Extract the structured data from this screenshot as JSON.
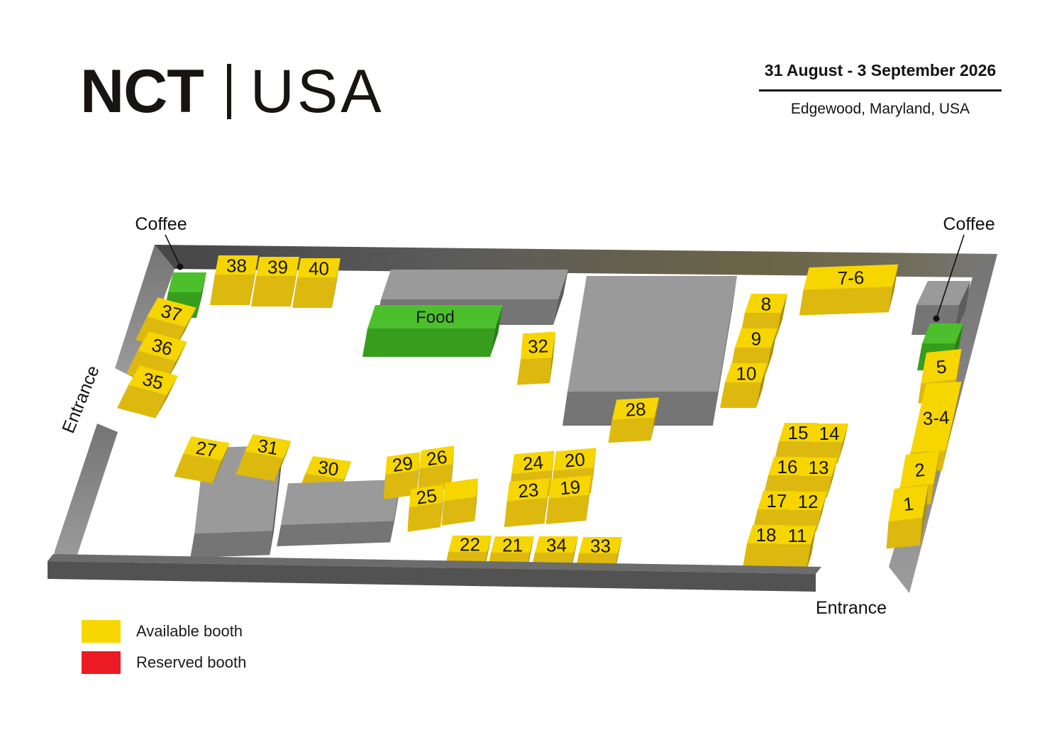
{
  "header": {
    "logo_primary": "NCT",
    "logo_secondary": "USA",
    "date_range": "31 August - 3 September 2026",
    "location": "Edgewood, Maryland, USA"
  },
  "plan": {
    "labels": {
      "coffee": "Coffee",
      "food": "Food",
      "entrance": "Entrance"
    },
    "booths": {
      "b1": "1",
      "b2": "2",
      "b3_4": "3-4",
      "b5": "5",
      "b7_6": "7-6",
      "b8": "8",
      "b9": "9",
      "b10": "10",
      "b11": "11",
      "b12": "12",
      "b13": "13",
      "b14": "14",
      "b15": "15",
      "b16": "16",
      "b17": "17",
      "b18": "18",
      "b19": "19",
      "b20": "20",
      "b21": "21",
      "b22": "22",
      "b23": "23",
      "b24": "24",
      "b25": "25",
      "b26": "26",
      "b27": "27",
      "b28": "28",
      "b29": "29",
      "b30": "30",
      "b31": "31",
      "b32": "32",
      "b33": "33",
      "b34": "34",
      "b35": "35",
      "b36": "36",
      "b37": "37",
      "b38": "38",
      "b39": "39",
      "b40": "40"
    }
  },
  "legend": {
    "items": [
      {
        "label": "Available booth",
        "color": "#F7D600"
      },
      {
        "label": "Reserved booth",
        "color": "#EC1B23"
      }
    ]
  },
  "colors": {
    "available": "#F7D600",
    "reserved": "#EC1B23",
    "amenity_green": "#4CC02C",
    "structure_gray": "#9A9A9A",
    "wall_gray": "#5E5E5E"
  }
}
